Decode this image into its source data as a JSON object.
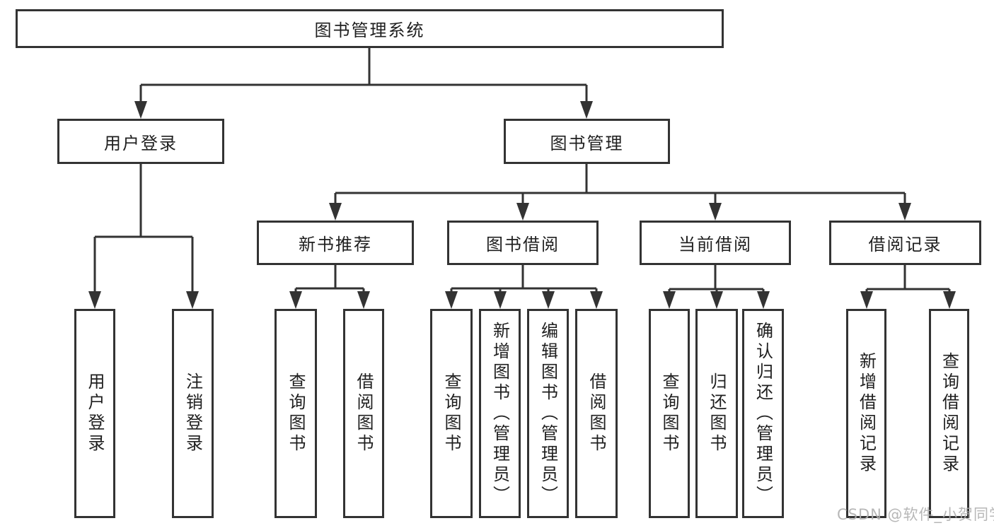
{
  "diagram": {
    "root": {
      "label": "图书管理系统"
    },
    "branches": [
      {
        "label": "用户登录",
        "leaves": [
          {
            "label": "用户登录"
          },
          {
            "label": "注销登录"
          }
        ]
      },
      {
        "label": "图书管理",
        "groups": [
          {
            "label": "新书推荐",
            "leaves": [
              {
                "label": "查询图书"
              },
              {
                "label": "借阅图书"
              }
            ]
          },
          {
            "label": "图书借阅",
            "leaves": [
              {
                "label": "查询图书"
              },
              {
                "label": "新增图书（管理员）"
              },
              {
                "label": "编辑图书（管理员）"
              },
              {
                "label": "借阅图书"
              }
            ]
          },
          {
            "label": "当前借阅",
            "leaves": [
              {
                "label": "查询图书"
              },
              {
                "label": "归还图书"
              },
              {
                "label": "确认归还（管理员）"
              }
            ]
          },
          {
            "label": "借阅记录",
            "leaves": [
              {
                "label": "新增借阅记录"
              },
              {
                "label": "查询借阅记录"
              }
            ]
          }
        ]
      }
    ]
  },
  "watermark": "CSDN @软件_小贺同学",
  "colors": {
    "line": "#333333",
    "border": "#333333",
    "fill": "#ffffff",
    "text": "#1f1f1f",
    "watermark": "#b0b0b0",
    "bg": "#ffffff"
  }
}
